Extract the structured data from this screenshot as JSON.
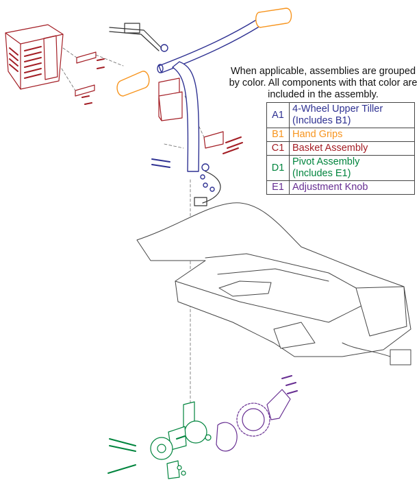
{
  "note": "When applicable, assemblies are grouped by color. All components with that color are included in the assembly.",
  "legend": [
    {
      "code": "A1",
      "label": "4-Wheel Upper Tiller",
      "sub": "(Includes B1)",
      "color": "#2e3192"
    },
    {
      "code": "B1",
      "label": "Hand Grips",
      "sub": null,
      "color": "#f7941d"
    },
    {
      "code": "C1",
      "label": "Basket Assembly",
      "sub": null,
      "color": "#a31d24"
    },
    {
      "code": "D1",
      "label": "Pivot Assembly",
      "sub": "(Includes E1)",
      "color": "#00843d"
    },
    {
      "code": "E1",
      "label": "Adjustment Knob",
      "sub": null,
      "color": "#662d91"
    }
  ]
}
